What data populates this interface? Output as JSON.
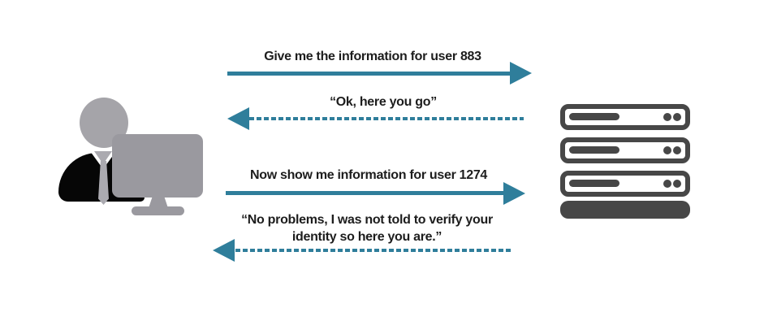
{
  "messages": [
    {
      "text": "Give me the information for user 883",
      "direction": "right",
      "style": "solid"
    },
    {
      "text": "“Ok, here you go”",
      "direction": "left",
      "style": "dashed"
    },
    {
      "text": "Now show me information for user 1274",
      "direction": "right",
      "style": "solid"
    },
    {
      "text": "“No problems, I was not told to verify your identity so here you are.”",
      "lines": [
        "“No problems, I was not told to verify your",
        "identity so here you are.”"
      ],
      "direction": "left",
      "style": "dashed"
    }
  ],
  "client": {
    "icon": "person-at-computer-icon"
  },
  "server": {
    "icon": "server-stack-icon",
    "unit_count": 3
  },
  "colors": {
    "arrow": "#2F7E9B",
    "server": "#474747",
    "monitor": "#9A999F",
    "head": "#A5A4A9",
    "suit": "#060606",
    "text": "#1D1D1D",
    "background": "#FFFFFF"
  }
}
